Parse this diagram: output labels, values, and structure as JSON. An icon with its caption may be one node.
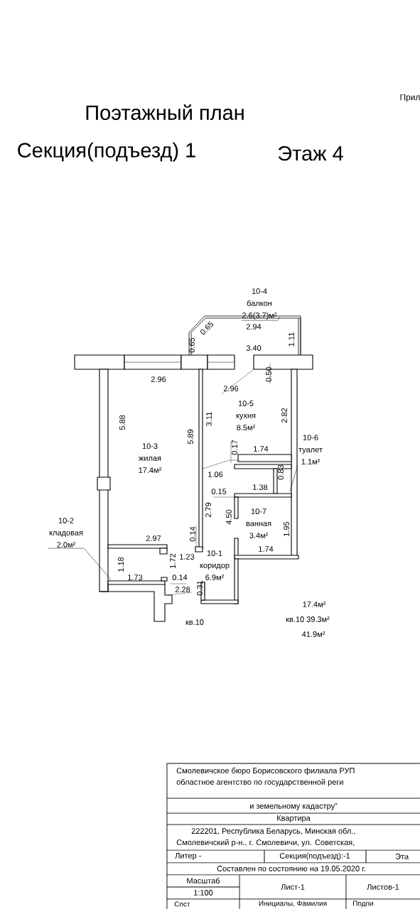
{
  "diagram": {
    "title": "Поэтажный план",
    "nodes": [
      {
        "text": [
          "10-4",
          "балкон",
          "2.6(3.7)м²"
        ]
      },
      {
        "text": [
          "10-5",
          "кухня",
          "8.5м²"
        ]
      },
      {
        "text": [
          "10-3",
          "жилая",
          "17.4м²"
        ]
      },
      {
        "text": [
          "10-6",
          "туалет",
          "1.1м²"
        ]
      },
      {
        "text": [
          "10-7",
          "ванная",
          "3.4м²"
        ]
      },
      {
        "text": [
          "10-2",
          "кладовая",
          "2.0м²"
        ]
      },
      {
        "text": [
          "10-1",
          "коридор",
          "6.9м²"
        ]
      }
    ],
    "edges": [
      {
        "from": 0,
        "to": null,
        "arrow": "none"
      },
      {
        "from": 3,
        "to": null,
        "arrow": "none"
      },
      {
        "from": 5,
        "to": null,
        "arrow": "none"
      }
    ],
    "labels": [
      "Секция(подъезд) 1",
      "Этаж 4",
      "Прил",
      "2.94",
      "0.65",
      "0.65",
      "3.40",
      "1.11",
      "2.96",
      "2.96",
      "0.50",
      "5.88",
      "5.89",
      "3.11",
      "2.82",
      "0.17",
      "1.74",
      "1.06",
      "0.83",
      "1.38",
      "0.15",
      "2.79",
      "4.50",
      "0.14",
      "2.97",
      "1.95",
      "1.74",
      "1.18",
      "1.72",
      "1.23",
      "1.73",
      "0.14",
      "2.28",
      "0.31",
      "кв.10",
      "17.4м²",
      "кв.10 39.3м²",
      "41.9м²",
      "Смолевичское бюро Борисовского филиала РУП",
      "областное агентство по государственной реги",
      "и земельному кадастру”",
      "Квартира",
      "222201, Республика Беларусь, Минская обл.,",
      "Смолевичский р-н., г. Смолевичи, ул. Советская,",
      "Литер -",
      "Секция(подъезд):-1",
      "Эта",
      "Составлен по состоянию на 19.05.2020 г.",
      "Масштаб",
      "Лист-1",
      "Листов-1",
      "1:100",
      "Сост",
      "Инициалы, Фамилия",
      "Подпи"
    ]
  }
}
